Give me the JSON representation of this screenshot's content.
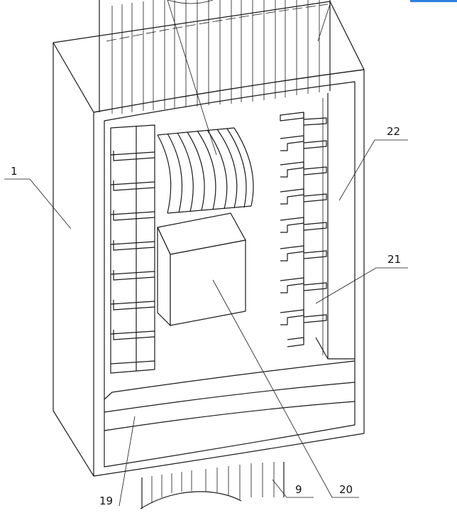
{
  "labels": [
    {
      "id": "1",
      "text": "1"
    },
    {
      "id": "22",
      "text": "22"
    },
    {
      "id": "21",
      "text": "21"
    },
    {
      "id": "19",
      "text": "19"
    },
    {
      "id": "9",
      "text": "9"
    },
    {
      "id": "20",
      "text": "20"
    }
  ],
  "colors": {
    "accent": "#2f7fe0",
    "line": "#1a1a1a",
    "background": "#ffffff"
  }
}
